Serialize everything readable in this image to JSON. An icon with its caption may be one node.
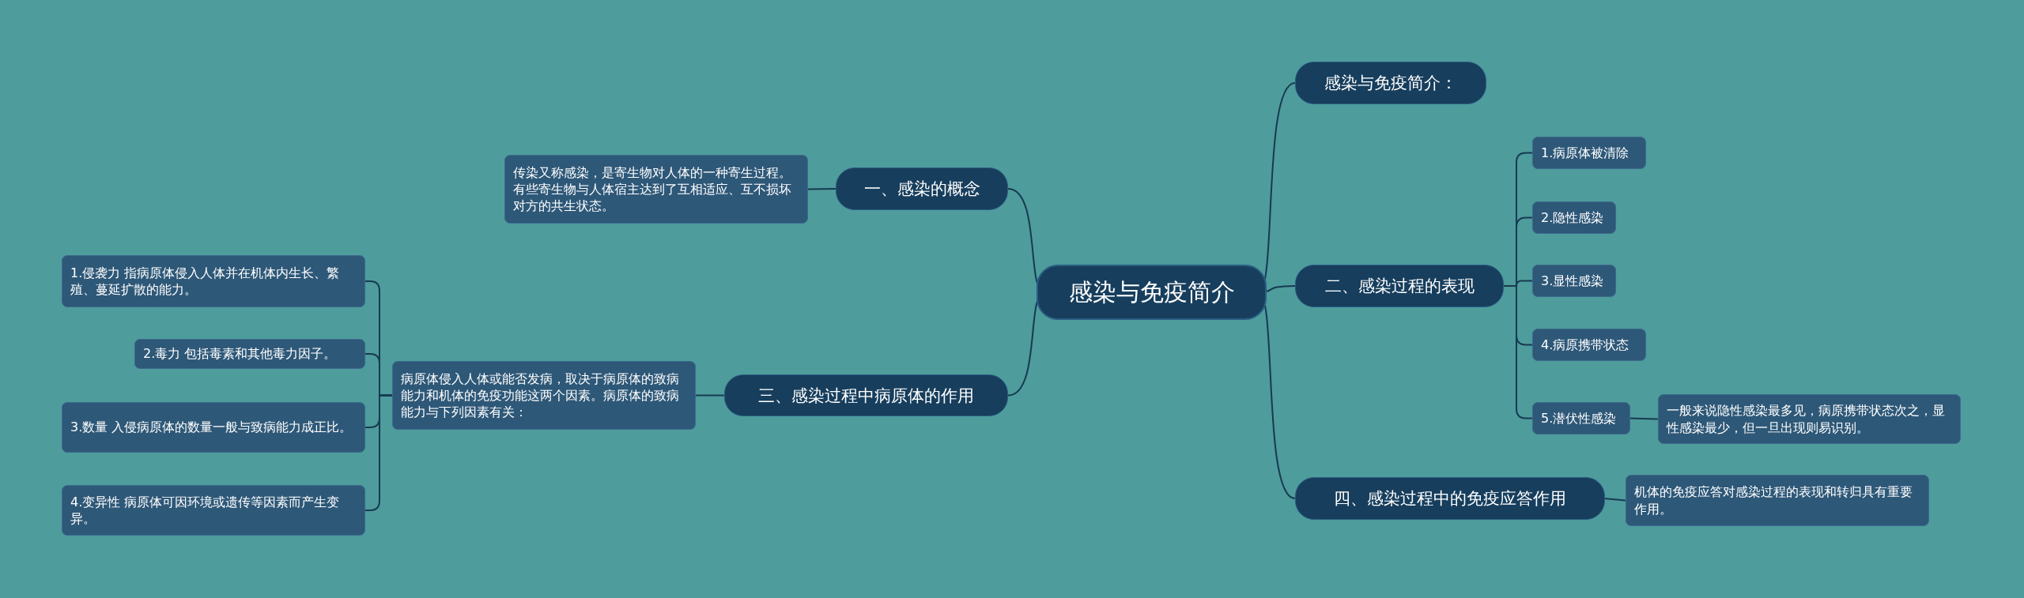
{
  "diagram": {
    "nodes": [
      {
        "text": [
          "感染与免疫简介"
        ]
      },
      {
        "text": [
          "感染与免疫简介："
        ]
      },
      {
        "text": [
          "一、感染的概念"
        ]
      },
      {
        "text": [
          "传染又称感染，是寄生物对人体的一种寄生过程。有些寄生物与人体宿主达到了互相适应、互不损坏对方的共生状态。"
        ]
      },
      {
        "text": [
          "二、感染过程的表现"
        ]
      },
      {
        "text": [
          "1.病原体被清除"
        ]
      },
      {
        "text": [
          "2.隐性感染"
        ]
      },
      {
        "text": [
          "3.显性感染"
        ]
      },
      {
        "text": [
          "4.病原携带状态"
        ]
      },
      {
        "text": [
          "5.潜伏性感染"
        ]
      },
      {
        "text": [
          "一般来说隐性感染最多见，病原携带状态次之，显性感染最少，但一旦出现则易识别。"
        ]
      },
      {
        "text": [
          "三、感染过程中病原体的作用"
        ]
      },
      {
        "text": [
          "病原体侵入人体或能否发病，取决于病原体的致病能力和机体的免疫功能这两个因素。病原体的致病能力与下列因素有关："
        ]
      },
      {
        "text": [
          "1.侵袭力 指病原体侵入人体并在机体内生长、繁殖、蔓延扩散的能力。"
        ]
      },
      {
        "text": [
          "2.毒力 包括毒素和其他毒力因子。"
        ]
      },
      {
        "text": [
          "3.数量 入侵病原体的数量一般与致病能力成正比。"
        ]
      },
      {
        "text": [
          "4.变异性 病原体可因环境或遗传等因素而产生变异。"
        ]
      },
      {
        "text": [
          "四、感染过程中的免疫应答作用"
        ]
      },
      {
        "text": [
          "机体的免疫应答对感染过程的表现和转归具有重要作用。"
        ]
      }
    ],
    "edges": [
      {
        "from": 0,
        "to": 1,
        "arrow": "none"
      },
      {
        "from": 0,
        "to": 2,
        "arrow": "none"
      },
      {
        "from": 2,
        "to": 3,
        "arrow": "none"
      },
      {
        "from": 0,
        "to": 4,
        "arrow": "none"
      },
      {
        "from": 4,
        "to": 5,
        "arrow": "none"
      },
      {
        "from": 4,
        "to": 6,
        "arrow": "none"
      },
      {
        "from": 4,
        "to": 7,
        "arrow": "none"
      },
      {
        "from": 4,
        "to": 8,
        "arrow": "none"
      },
      {
        "from": 4,
        "to": 9,
        "arrow": "none"
      },
      {
        "from": 9,
        "to": 10,
        "arrow": "none"
      },
      {
        "from": 0,
        "to": 11,
        "arrow": "none"
      },
      {
        "from": 11,
        "to": 12,
        "arrow": "none"
      },
      {
        "from": 12,
        "to": 13,
        "arrow": "none"
      },
      {
        "from": 12,
        "to": 14,
        "arrow": "none"
      },
      {
        "from": 12,
        "to": 15,
        "arrow": "none"
      },
      {
        "from": 12,
        "to": 16,
        "arrow": "none"
      },
      {
        "from": 0,
        "to": 17,
        "arrow": "none"
      },
      {
        "from": 17,
        "to": 18,
        "arrow": "none"
      }
    ]
  }
}
